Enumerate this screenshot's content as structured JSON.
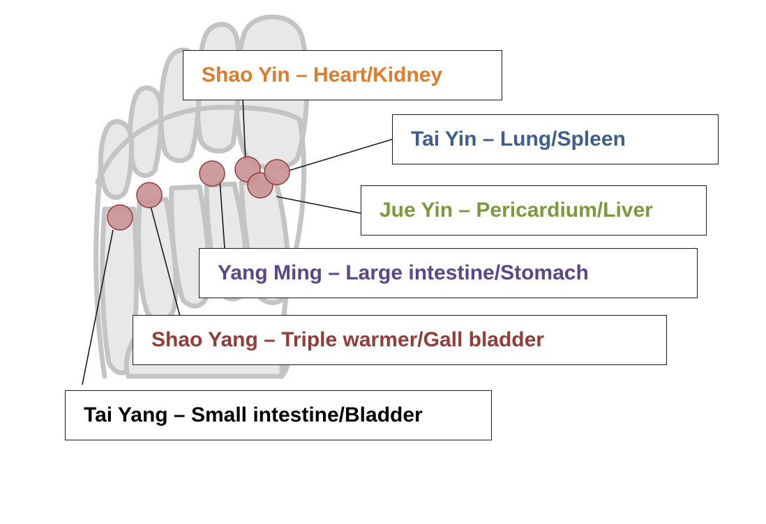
{
  "labels": {
    "shao_yin": "Shao Yin – Heart/Kidney",
    "tai_yin": "Tai Yin – Lung/Spleen",
    "jue_yin": "Jue Yin – Pericardium/Liver",
    "yang_ming": "Yang Ming – Large intestine/Stomach",
    "shao_yang": "Shao Yang – Triple warmer/Gall bladder",
    "tai_yang": "Tai Yang – Small intestine/Bladder"
  },
  "colors": {
    "shao_yin": "#e07b2a",
    "tai_yin": "#3f5e8f",
    "jue_yin": "#7a9a3c",
    "yang_ming": "#5a4688",
    "shao_yang": "#943c36",
    "tai_yang": "#000000",
    "bone_fill": "#e8e8e8",
    "bone_stroke": "#c4c4c4",
    "point_fill": "#c99595",
    "point_stroke": "#8e3a3a",
    "leader_line": "#1a1a1a"
  }
}
